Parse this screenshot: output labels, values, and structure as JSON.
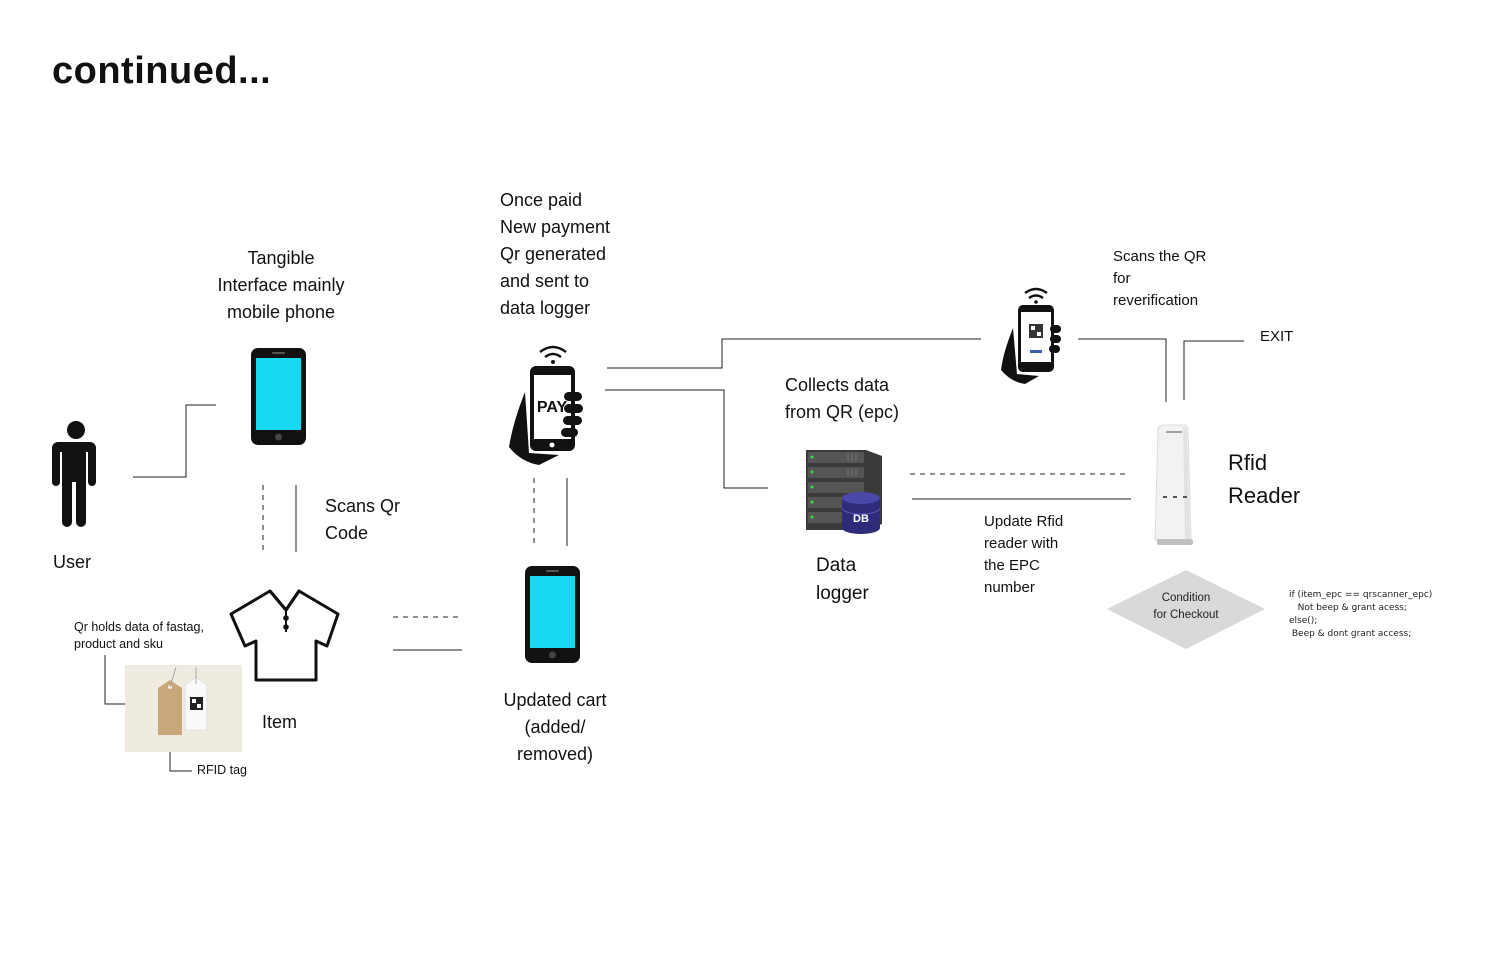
{
  "title": "continued...",
  "nodes": {
    "user": "User",
    "tangible": "Tangible\nInterface mainly\nmobile phone",
    "scans_qr": "Scans Qr\nCode",
    "item": "Item",
    "qr_holds": "Qr holds data of fastag,\nproduct and sku",
    "rfid_tag": "RFID tag",
    "once_paid": "Once paid\nNew payment\nQr generated\nand sent to\ndata logger",
    "pay_label": "PAY",
    "updated_cart": "Updated cart\n(added/\nremoved)",
    "collects": "Collects data\nfrom QR (epc)",
    "db_label": "DB",
    "data_logger": "Data\nlogger",
    "update_rfid": "Update Rfid\nreader with\nthe EPC\nnumber",
    "scans_reverify": "Scans the QR\nfor\nreverification",
    "exit": "EXIT",
    "rfid_reader": "Rfid\nReader",
    "condition": "Condition\nfor Checkout",
    "code": "if (item_epc == qrscanner_epc)\n   Not beep & grant acess;\nelse();\n Beep & dont grant access;"
  },
  "colors": {
    "screen": "#19d8f2",
    "phone": "#111111",
    "server": "#3a3a3a",
    "db": "#2d2b7a",
    "diamond": "#d9d9d9",
    "tag_bg": "#f0ebe1",
    "tag_kraft": "#c9a77a"
  },
  "icons": [
    "person-icon",
    "mobile-phone-icon",
    "shirt-icon",
    "rfid-tag-icon",
    "payment-phone-icon",
    "server-database-icon",
    "qr-scan-phone-icon",
    "rfid-reader-icon"
  ]
}
